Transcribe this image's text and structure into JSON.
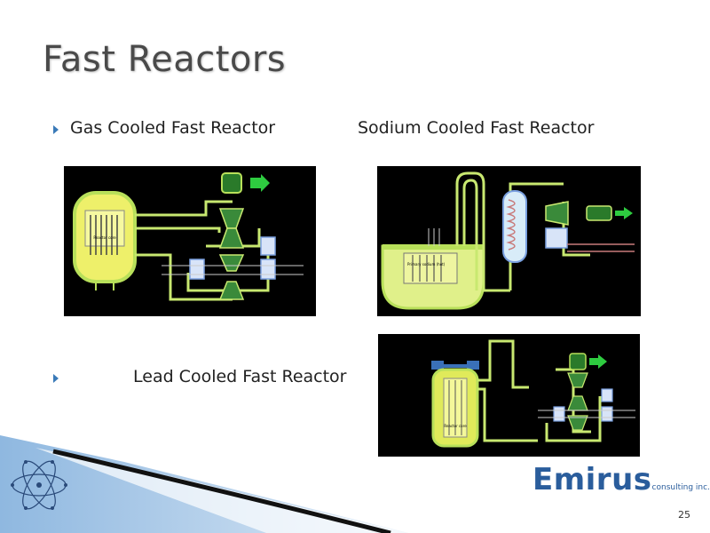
{
  "slide": {
    "title": "Fast Reactors",
    "bullets": [
      {
        "label": "Gas Cooled Fast Reactor"
      },
      {
        "label": "Sodium Cooled Fast Reactor"
      },
      {
        "label": "Lead Cooled Fast Reactor"
      }
    ],
    "diagram_labels": {
      "gfr_core": "Reactor core",
      "sfr_pool": "Primary sodium (hot)",
      "lfr_core": "Reactor core"
    },
    "logo": {
      "name": "Emirus",
      "tagline": "consulting inc."
    },
    "page_number": "25"
  },
  "colors": {
    "title_text": "#4a4a4a",
    "bullet_arrow": "#3a7ab8",
    "panel_bg": "#000000",
    "coolant_yellow": "#e6ec5a",
    "pipe_green": "#b8e05a",
    "arrow_green": "#2ecc40",
    "logo_blue": "#2a5d9c"
  }
}
